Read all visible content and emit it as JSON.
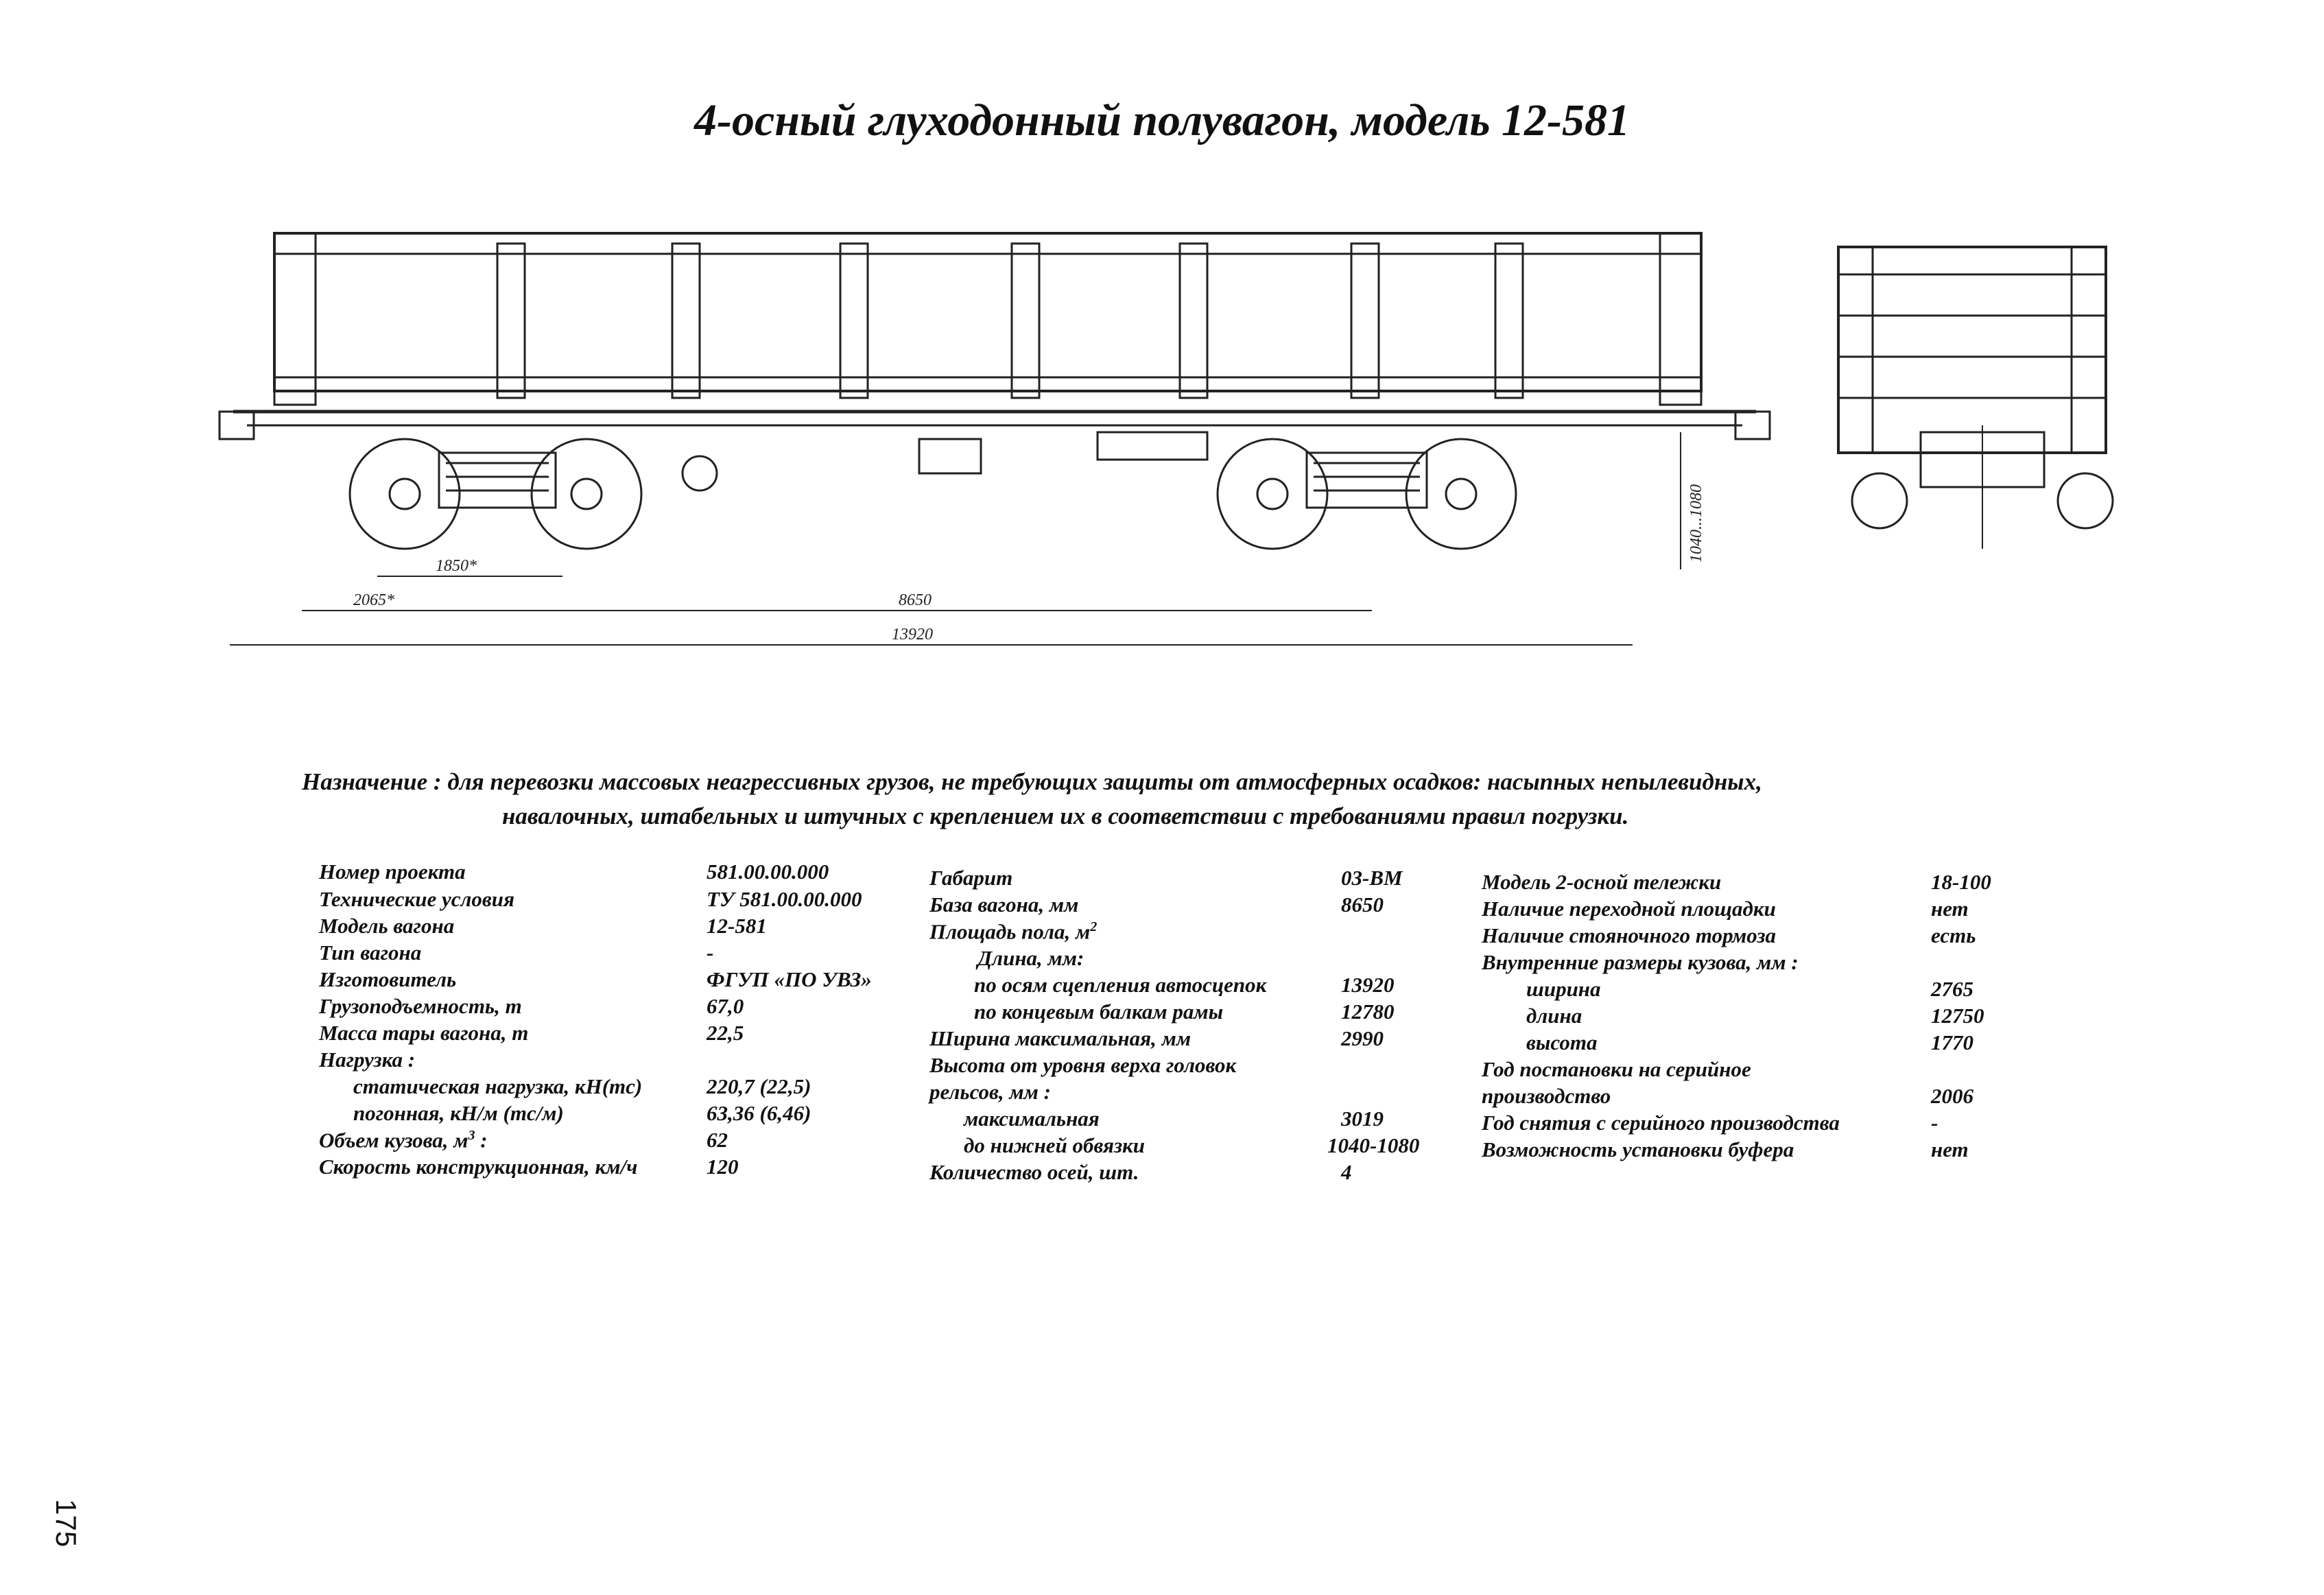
{
  "title": "4-осный  глуходонный полувагон, модель 12-581",
  "dimensions": {
    "d1": "1850*",
    "d2": "2065*",
    "d3": "8650",
    "d4": "13920",
    "d5": "1040...1080"
  },
  "purpose": {
    "line1": "Назначение : для перевозки массовых неагрессивных грузов, не требующих защиты от атмосферных осадков: насыпных непылевидных,",
    "line2": "навалочных, штабельных и штучных с креплением их в соответствии с требованиями правил погрузки."
  },
  "specs": {
    "col1": [
      {
        "label": "Номер проекта",
        "value": "581.00.00.000"
      },
      {
        "label": "Технические условия",
        "value": "ТУ 581.00.00.000"
      },
      {
        "label": "Модель вагона",
        "value": "12-581"
      },
      {
        "label": "Тип вагона",
        "value": "-"
      },
      {
        "label": "Изготовитель",
        "value": "ФГУП «ПО УВЗ»"
      },
      {
        "label": "Грузоподъемность, т",
        "value": "67,0"
      },
      {
        "label": "Масса тары вагона, т",
        "value": "22,5"
      },
      {
        "label": "Нагрузка :",
        "value": ""
      },
      {
        "label": "статическая нагрузка, кН(тс)",
        "value": "220,7 (22,5)"
      },
      {
        "label": "погонная, кН/м (тс/м)",
        "value": "63,36 (6,46)"
      },
      {
        "label": "Объем кузова, м",
        "label_sup": "3",
        "label_after": " :",
        "value": "62"
      },
      {
        "label": "Скорость конструкционная, км/ч",
        "value": "120"
      }
    ],
    "col2": [
      {
        "label": "Габарит",
        "value": "03-ВМ"
      },
      {
        "label": "База вагона, мм",
        "value": "8650"
      },
      {
        "label": "Площадь пола, м",
        "label_sup": "2",
        "value": ""
      },
      {
        "label": "Длина, мм:",
        "value": ""
      },
      {
        "label": "по осям сцепления автосцепок",
        "value": "13920"
      },
      {
        "label": "по концевым балкам рамы",
        "value": "12780"
      },
      {
        "label": "Ширина максимальная, мм",
        "value": "2990"
      },
      {
        "label": "Высота от уровня верха головок",
        "value": ""
      },
      {
        "label": "рельсов, мм :",
        "value": ""
      },
      {
        "label": "максимальная",
        "value": "3019"
      },
      {
        "label": "до нижней обвязки",
        "value": "1040-1080"
      },
      {
        "label": "Количество осей, шт.",
        "value": "4"
      }
    ],
    "col3": [
      {
        "label": "Модель 2-осной тележки",
        "value": "18-100"
      },
      {
        "label": "Наличие переходной площадки",
        "value": "нет"
      },
      {
        "label": "Наличие стояночного тормоза",
        "value": "есть"
      },
      {
        "label": "Внутренние размеры кузова, мм :",
        "value": ""
      },
      {
        "label": "ширина",
        "value": "2765"
      },
      {
        "label": "длина",
        "value": "12750"
      },
      {
        "label": "высота",
        "value": "1770"
      },
      {
        "label": "Год постановки на серийное",
        "value": ""
      },
      {
        "label": "производство",
        "value": "2006"
      },
      {
        "label": "Год снятия с серийного производства",
        "value": "-"
      },
      {
        "label": "Возможность установки буфера",
        "value": "нет"
      }
    ]
  },
  "page_number": "175"
}
